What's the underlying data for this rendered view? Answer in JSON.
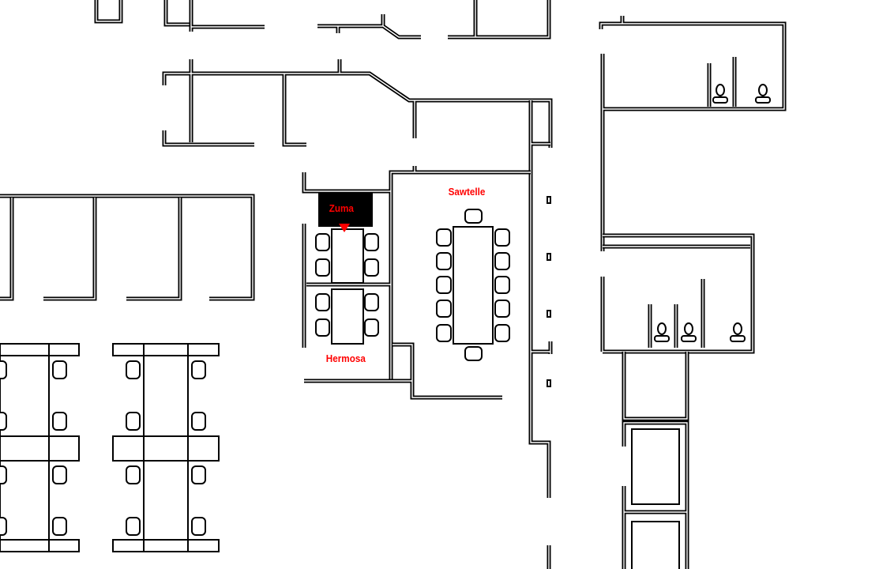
{
  "map": {
    "rooms": [
      {
        "name": "Zuma",
        "selected": true
      },
      {
        "name": "Sawtelle",
        "selected": false
      },
      {
        "name": "Hermosa",
        "selected": false
      }
    ],
    "colors": {
      "label": "#ff0000",
      "selected_bg": "#000000",
      "wall": "#000000"
    }
  }
}
